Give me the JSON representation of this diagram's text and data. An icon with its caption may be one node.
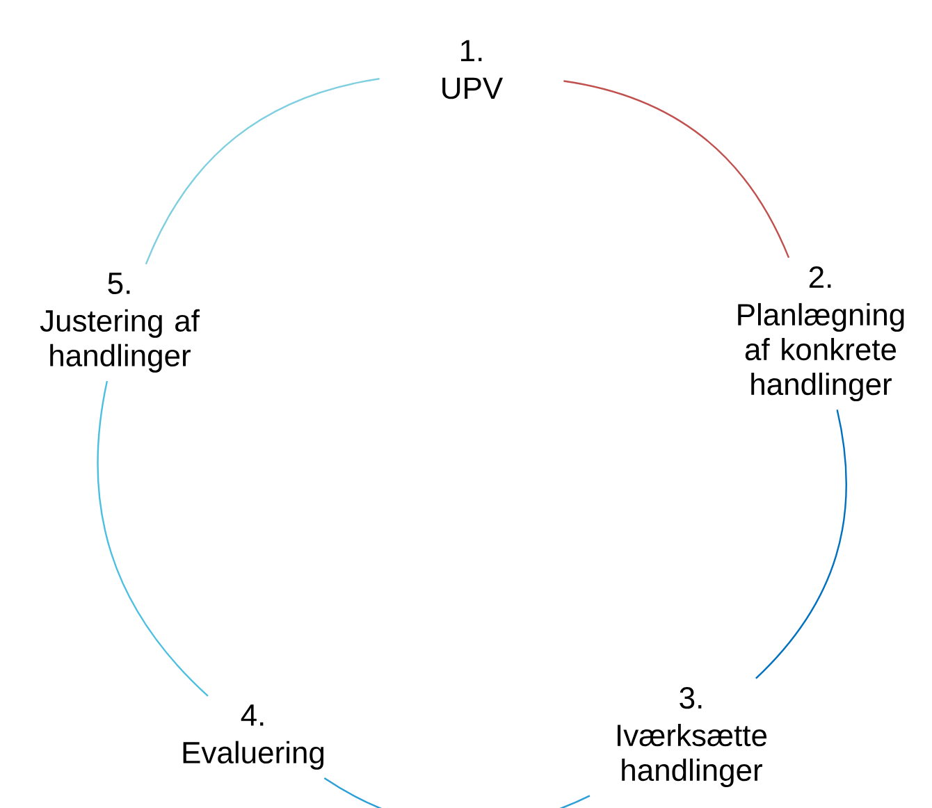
{
  "diagram": {
    "nodes": [
      {
        "text": [
          "1.",
          "UPV"
        ]
      },
      {
        "text": [
          "2.",
          "Planlægning af konkrete handlinger"
        ]
      },
      {
        "text": [
          "3.",
          "Iværksætte handlinger"
        ]
      },
      {
        "text": [
          "4.",
          "Evaluering"
        ]
      },
      {
        "text": [
          "5.",
          "Justering af handlinger"
        ]
      }
    ],
    "edges": [
      {
        "from": 0,
        "to": 1,
        "arrow": "none",
        "color": "#c0504d"
      },
      {
        "from": 1,
        "to": 2,
        "arrow": "none",
        "color": "#0070c0"
      },
      {
        "from": 2,
        "to": 3,
        "arrow": "none",
        "color": "#2a9fd8"
      },
      {
        "from": 3,
        "to": 4,
        "arrow": "none",
        "color": "#4bbfe0"
      },
      {
        "from": 4,
        "to": 0,
        "arrow": "none",
        "color": "#7fcfe0"
      }
    ]
  }
}
